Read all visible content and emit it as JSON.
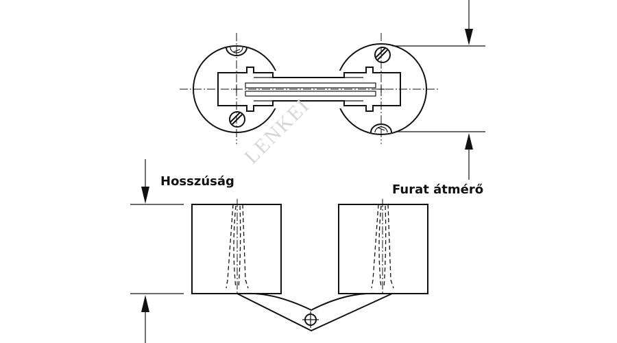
{
  "labels": {
    "length": "Hosszúság",
    "bore_diameter": "Furat átmérő"
  },
  "watermark": "LENKEI"
}
